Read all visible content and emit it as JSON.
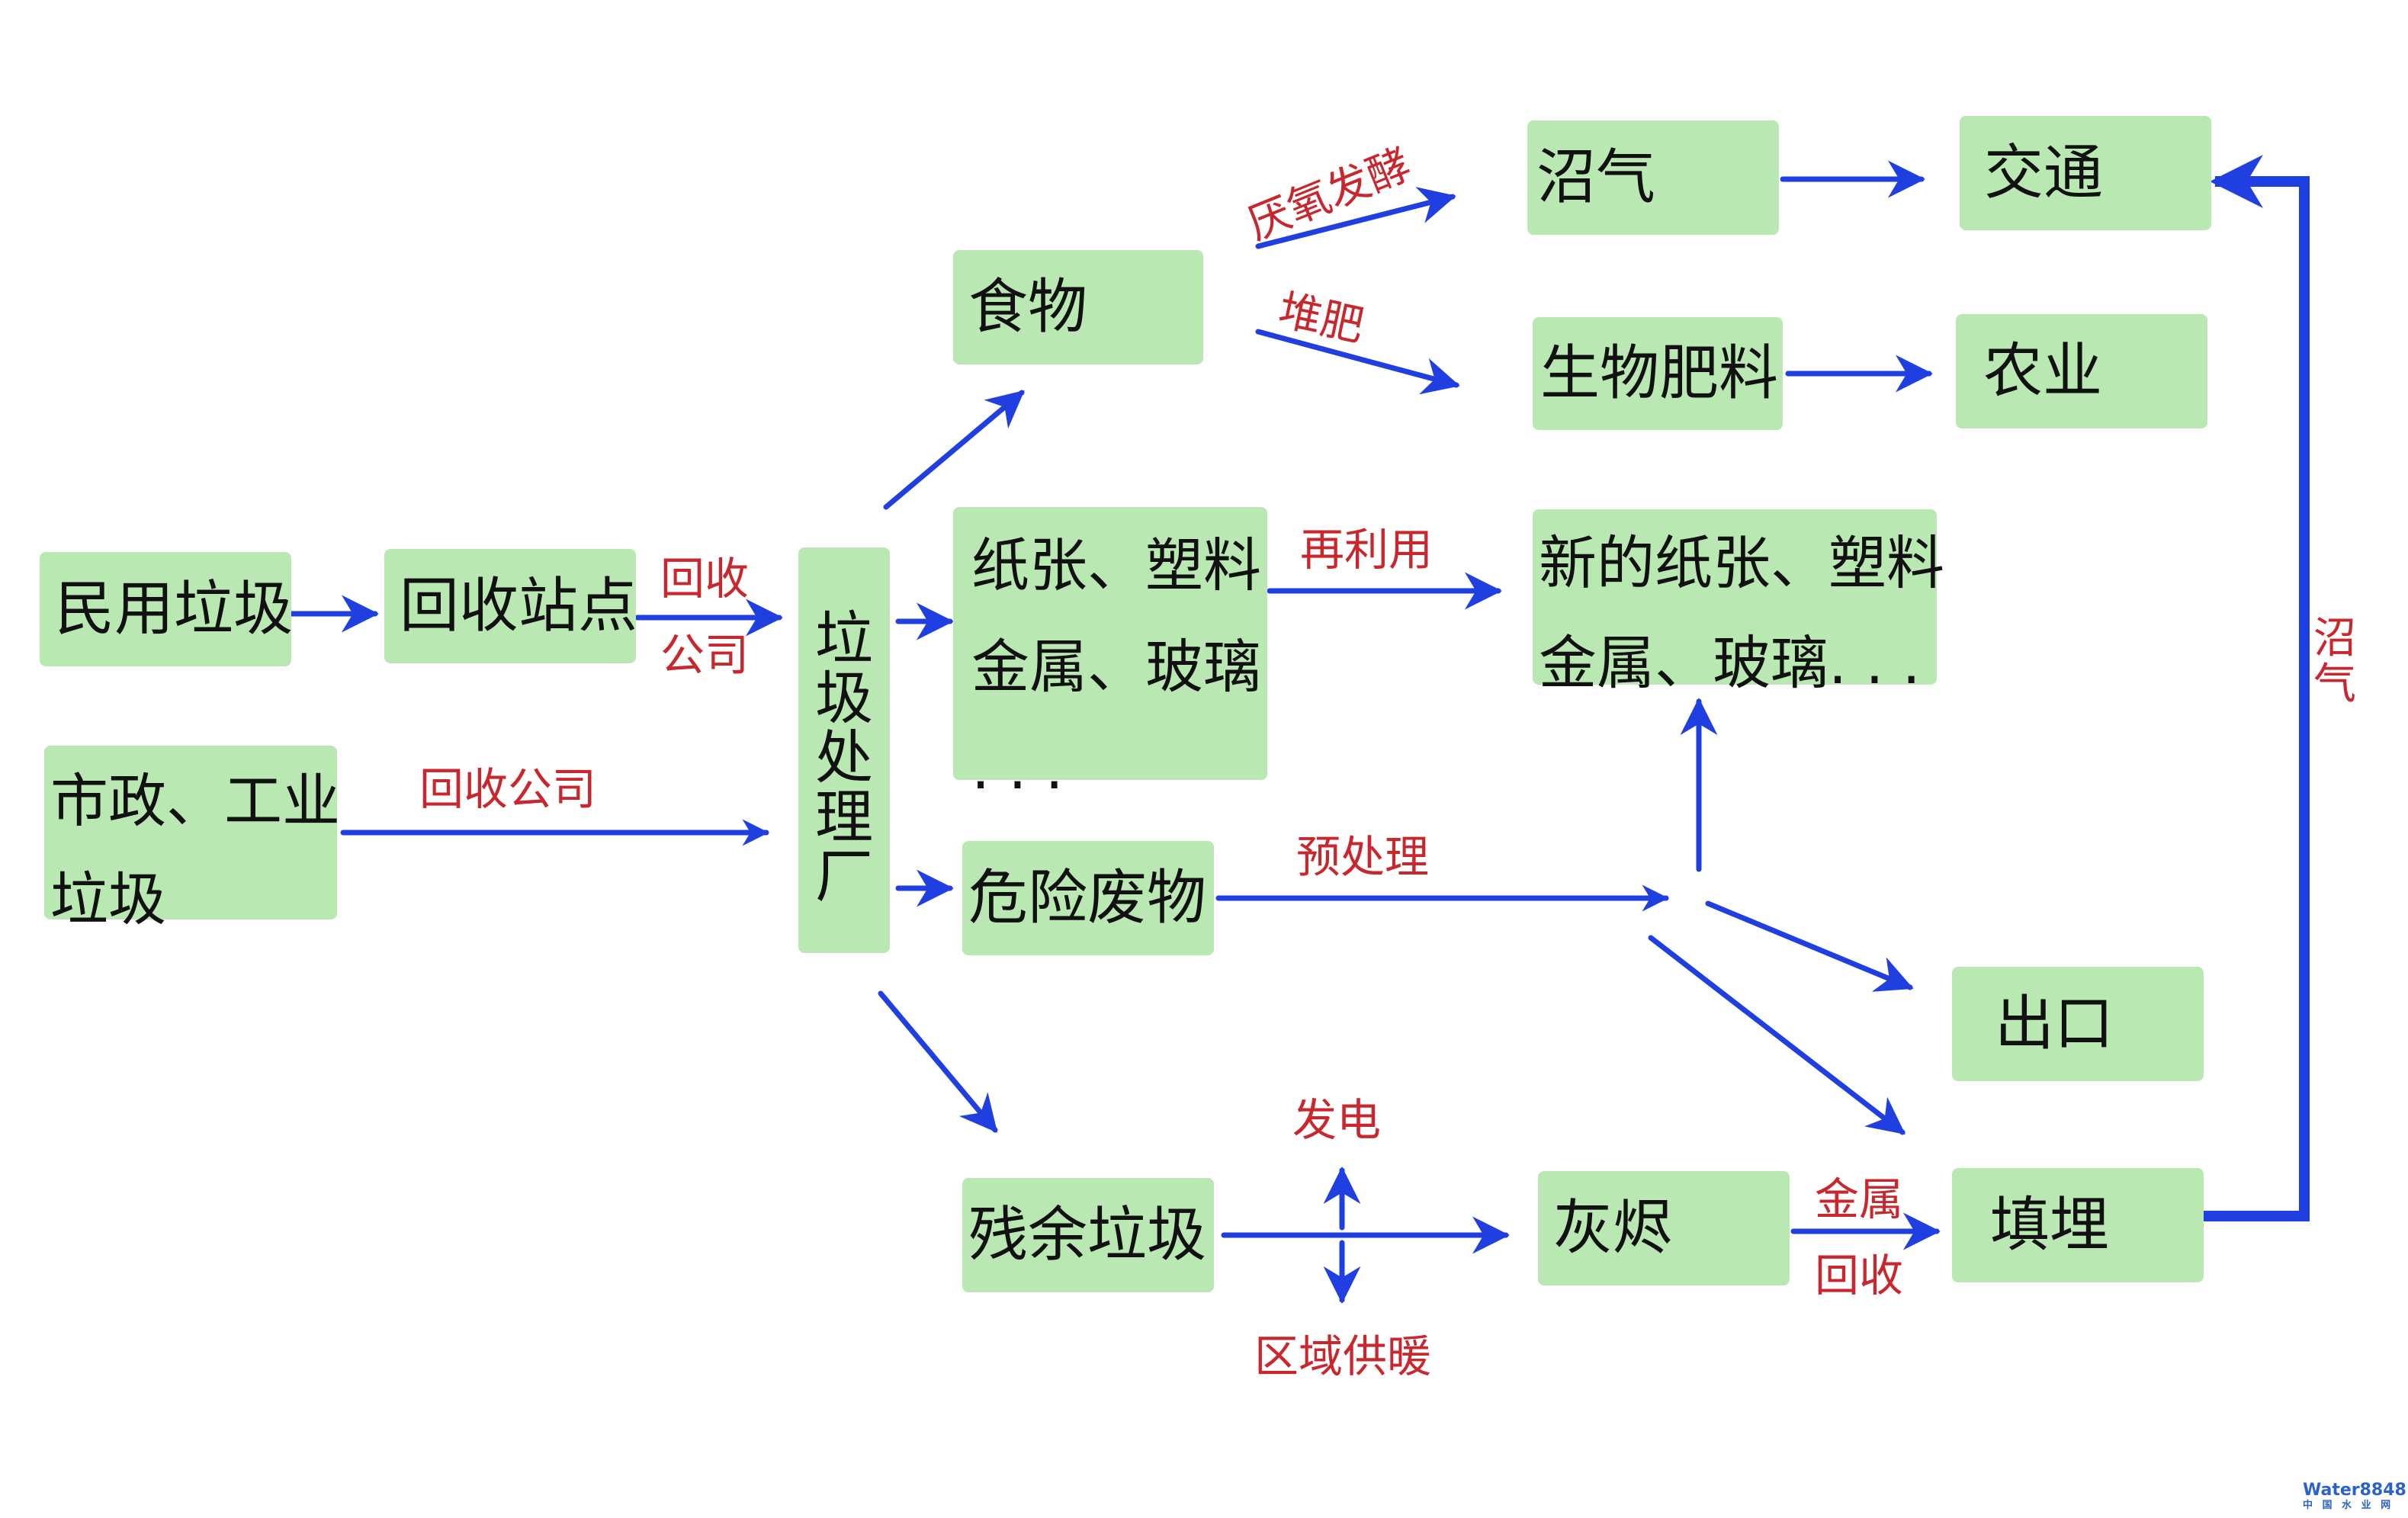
{
  "nodes": {
    "civil_waste": "民用垃圾",
    "recycling_station": "回收站点",
    "municipal_industrial_waste": [
      "市政、工业",
      "垃圾"
    ],
    "treatment_plant": [
      "垃",
      "圾",
      "处",
      "理",
      "厂"
    ],
    "food": "食物",
    "paper_plastic_metal_glass": [
      "纸张、塑料",
      "金属、玻璃",
      ". . ."
    ],
    "hazardous_waste": "危险废物",
    "residual_waste": "残余垃圾",
    "biogas": "沼气",
    "bio_fertilizer": "生物肥料",
    "new_materials": [
      "新的纸张、塑料",
      "金属、玻璃. . ."
    ],
    "ash": "灰烬",
    "transport": "交通",
    "agriculture": "农业",
    "export": "出口",
    "landfill": "填埋"
  },
  "edge_labels": {
    "recycle": "回收",
    "company": "公司",
    "recycling_company": "回收公司",
    "anaerobic_fermentation": "厌氧发酵",
    "compost": "堆肥",
    "reuse": "再利用",
    "pretreatment": "预处理",
    "power_generation": "发电",
    "district_heating": "区域供暖",
    "metal": "金属",
    "recovery": "回收",
    "biogas_side": [
      "沼",
      "气"
    ]
  },
  "watermark": {
    "brand": "Water8848",
    "sub": "中 国 水 业 网"
  },
  "colors": {
    "box_fill": "#b9e8b2",
    "arrow": "#1f3fe0",
    "label": "#c8282d"
  }
}
